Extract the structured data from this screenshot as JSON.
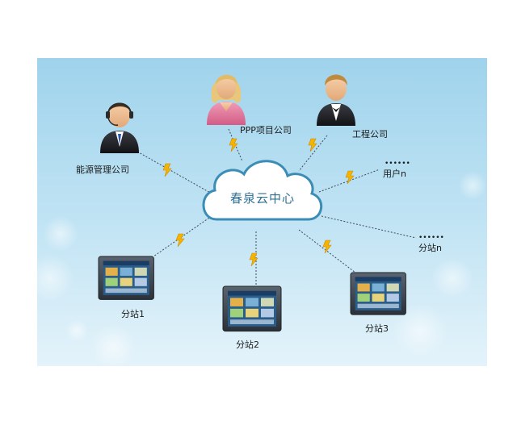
{
  "center": {
    "label": "春泉云中心"
  },
  "nodes": {
    "energy": {
      "label": "能源管理公司",
      "icon": "support-agent-icon"
    },
    "ppp": {
      "label": "PPP项目公司",
      "icon": "business-woman-icon"
    },
    "engineering": {
      "label": "工程公司",
      "icon": "business-man-icon"
    },
    "user_n": {
      "label": "用户n",
      "ellipsis": "••••••"
    },
    "station_n": {
      "label": "分站n",
      "ellipsis": "••••••"
    },
    "station1": {
      "label": "分站1",
      "icon": "touch-panel-icon"
    },
    "station2": {
      "label": "分站2",
      "icon": "touch-panel-icon"
    },
    "station3": {
      "label": "分站3",
      "icon": "touch-panel-icon"
    }
  },
  "colors": {
    "background_top": "#9fd3ec",
    "background_bottom": "#dff0f8",
    "cloud_fill": "#ffffff",
    "cloud_stroke": "#3b8db5",
    "cloud_text": "#2d6f93",
    "bolt": "#f5b400"
  }
}
